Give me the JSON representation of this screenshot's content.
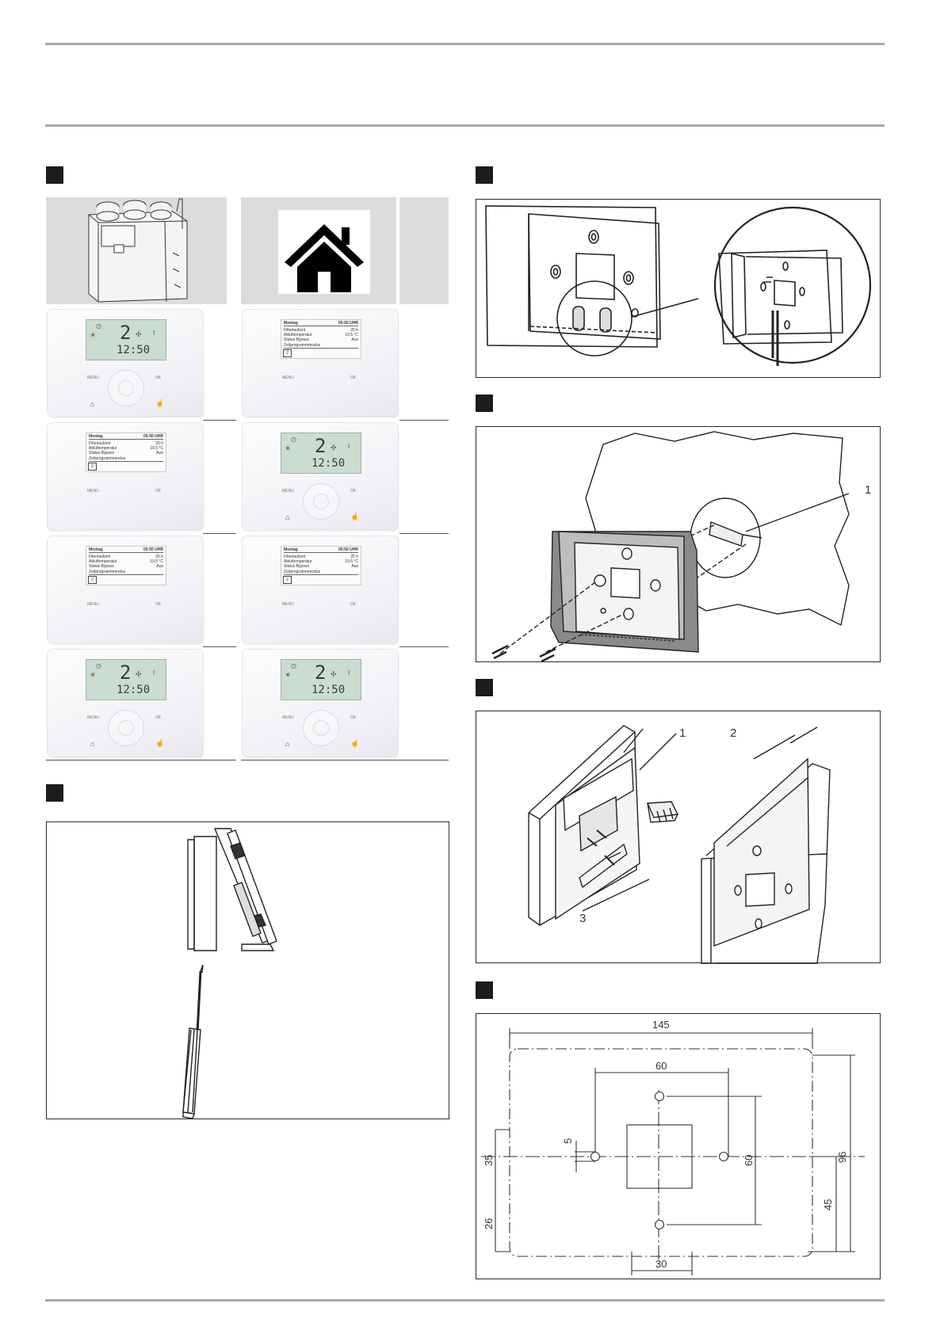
{
  "figures": {
    "thermostat": {
      "lcd_digit": "2",
      "lcd_time": "12:50",
      "btn_left": "MENU",
      "btn_right": "OK",
      "menu_header_left": "Montag",
      "menu_header_right": "05:50 UHR",
      "menu_rows": [
        {
          "label": "Filterlaufzeit",
          "value": "25 h"
        },
        {
          "label": "Abluftemperatur",
          "value": "19.5 °C"
        },
        {
          "label": "Status Bypass",
          "value": "Aus"
        }
      ],
      "menu_footer": "Zeitprogrammmodus"
    },
    "callouts_mount": [
      "1"
    ],
    "callouts_parts": [
      "1",
      "2",
      "3"
    ],
    "dimensions": {
      "width": "145",
      "hole_spacing_h": "60",
      "hole_diameter": "5",
      "left_upper": "35",
      "left_lower": "26",
      "hole_spacing_v": "60",
      "right_lower": "45",
      "height": "96",
      "cutout_width": "30"
    }
  },
  "colors": {
    "rule": "#a9a9a9",
    "marker": "#1c1c1c",
    "lcd": "#c9ddd0",
    "grid_gray": "#dcdcdc"
  }
}
